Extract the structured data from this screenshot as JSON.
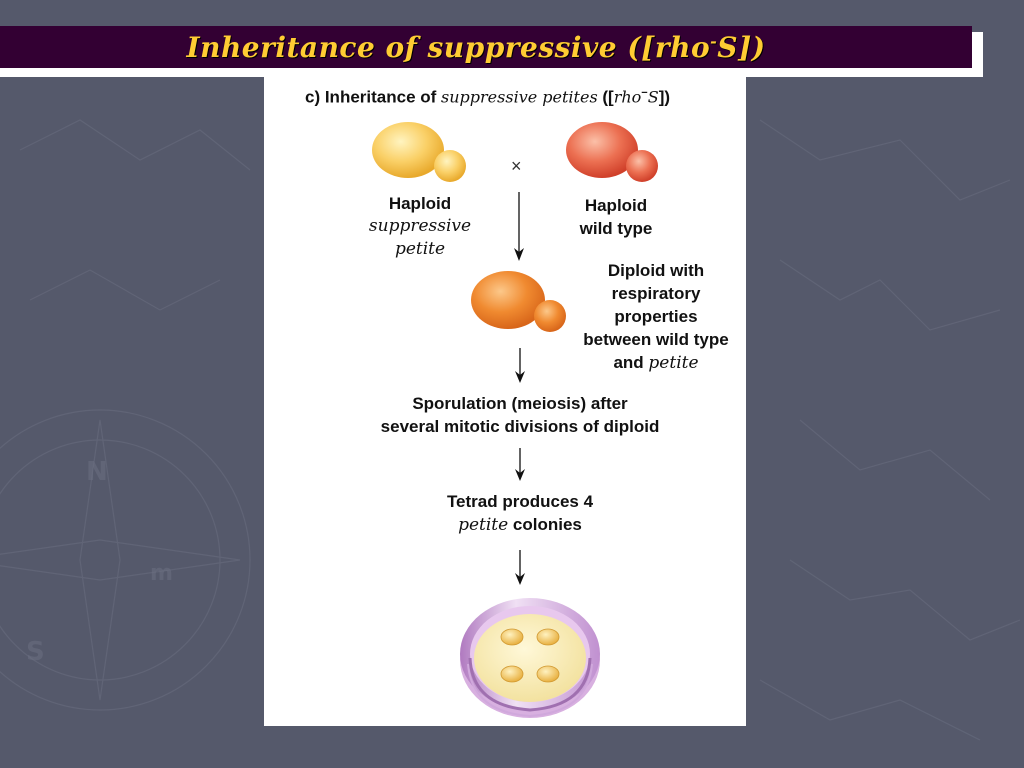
{
  "slide": {
    "title_prefix": "Inheritance of suppressive ([rho",
    "title_sup": "-",
    "title_suffix": "S])"
  },
  "figure": {
    "heading_prefix": "c) Inheritance of ",
    "heading_italic": "suppressive petites",
    "heading_open": " ([",
    "heading_rho": "rho",
    "heading_sup": "−",
    "heading_s": "S",
    "heading_close": "])",
    "cross_symbol": "×",
    "parent1": {
      "line1": "Haploid",
      "line2": "suppressive",
      "line3": "petite",
      "color": "#f6c850"
    },
    "parent2": {
      "line1": "Haploid",
      "line2": "wild type",
      "color": "#e8553a"
    },
    "diploid": {
      "line1": "Diploid with",
      "line2": "respiratory",
      "line3": "properties",
      "line4": "between wild type",
      "line5_prefix": "and ",
      "line5_italic": "petite",
      "color": "#ee7a22"
    },
    "sporulation": {
      "line1": "Sporulation (meiosis) after",
      "line2": "several mitotic divisions of diploid"
    },
    "tetrad": {
      "line1": "Tetrad produces 4",
      "line2_italic": "petite",
      "line2_suffix": " colonies"
    },
    "dish": {
      "colony_count": 4,
      "agar_color": "#f8ecb8",
      "rim_color": "#c9a0d8"
    }
  }
}
